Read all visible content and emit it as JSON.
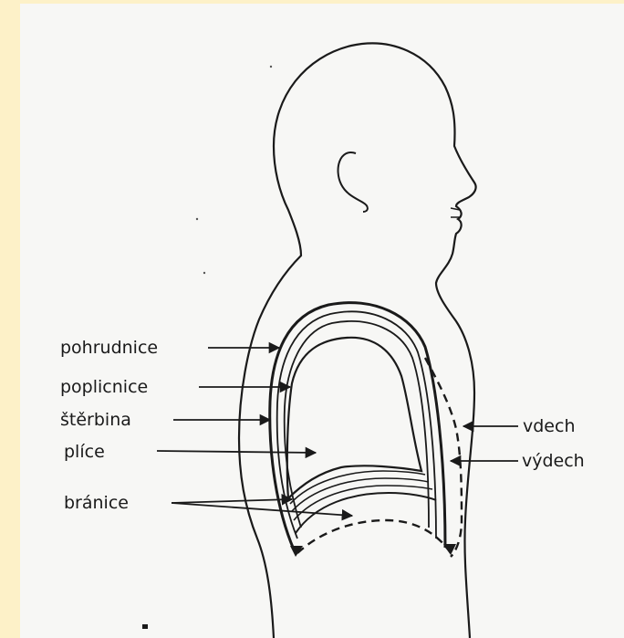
{
  "labels": {
    "pleura_outer": "pohrudnice",
    "pleura_inner": "poplicnice",
    "gap": "štěrbina",
    "lungs": "plíce",
    "diaphragm": "bránice",
    "inhale": "vdech",
    "exhale": "výdech"
  },
  "colors": {
    "background": "#fdf1c8",
    "paper": "#f7f7f5",
    "ink": "#1a1a1a"
  }
}
